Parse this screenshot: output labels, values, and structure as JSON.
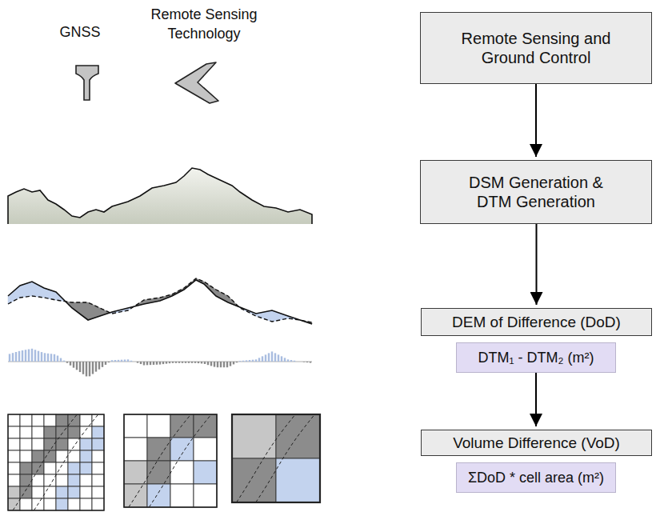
{
  "diagram": {
    "nodes": [
      {
        "text": [
          "Remote Sensing and Ground Control"
        ]
      },
      {
        "text": [
          "DSM Generation & DTM Generation"
        ]
      },
      {
        "text": [
          "DEM of Difference (DoD)"
        ]
      },
      {
        "text": [
          "DTM₁ - DTM₂ (m²)"
        ]
      },
      {
        "text": [
          "Volume Difference (VoD)"
        ]
      },
      {
        "text": [
          "ΣDoD * cell area (m²)"
        ]
      }
    ],
    "edges": [
      {
        "from": 0,
        "to": 1,
        "arrow": "to"
      },
      {
        "from": 1,
        "to": 2,
        "arrow": "to"
      },
      {
        "from": 3,
        "to": 4,
        "arrow": "to"
      }
    ],
    "labels": [
      "GNSS",
      "Remote Sensing Technology"
    ]
  }
}
